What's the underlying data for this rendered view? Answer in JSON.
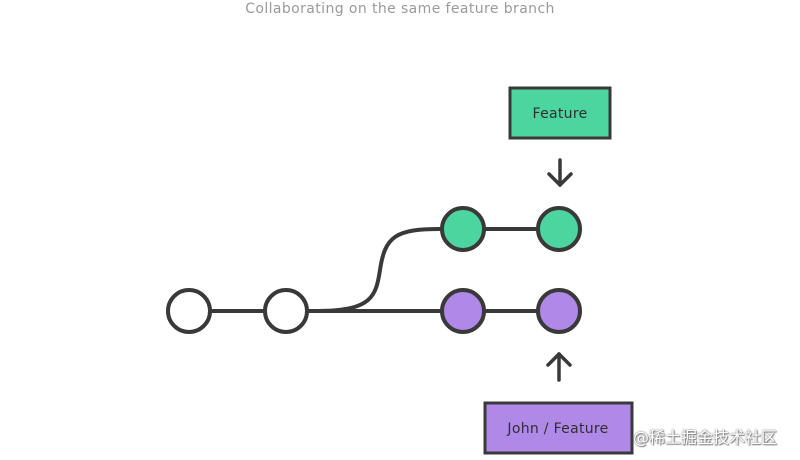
{
  "caption": "Collaborating on the same feature branch",
  "colors": {
    "stroke": "#393939",
    "commit_empty": "#ffffff",
    "feature_green": "#4dd5a0",
    "john_purple": "#b088e8"
  },
  "branches": {
    "feature": {
      "label": "Feature"
    },
    "john_feature": {
      "label": "John / Feature"
    }
  },
  "watermark": "@稀土掘金技术社区"
}
